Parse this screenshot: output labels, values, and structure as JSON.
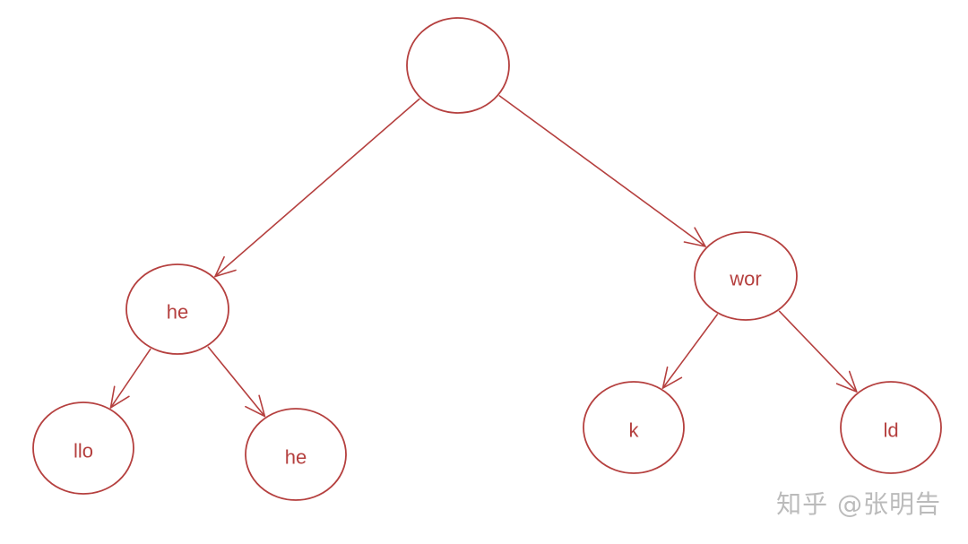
{
  "colors": {
    "stroke": "#b5403f",
    "text": "#b5403f"
  },
  "tree": {
    "nodes": [
      {
        "id": "root",
        "label": ""
      },
      {
        "id": "he-1",
        "label": "he"
      },
      {
        "id": "wor",
        "label": "wor"
      },
      {
        "id": "llo",
        "label": "llo"
      },
      {
        "id": "he-2",
        "label": "he"
      },
      {
        "id": "k",
        "label": "k"
      },
      {
        "id": "ld",
        "label": "ld"
      }
    ],
    "edges": [
      {
        "from": "root",
        "to": "he-1"
      },
      {
        "from": "root",
        "to": "wor"
      },
      {
        "from": "he-1",
        "to": "llo"
      },
      {
        "from": "he-1",
        "to": "he-2"
      },
      {
        "from": "wor",
        "to": "k"
      },
      {
        "from": "wor",
        "to": "ld"
      }
    ]
  },
  "watermark": {
    "text": "知乎 @张明告"
  }
}
